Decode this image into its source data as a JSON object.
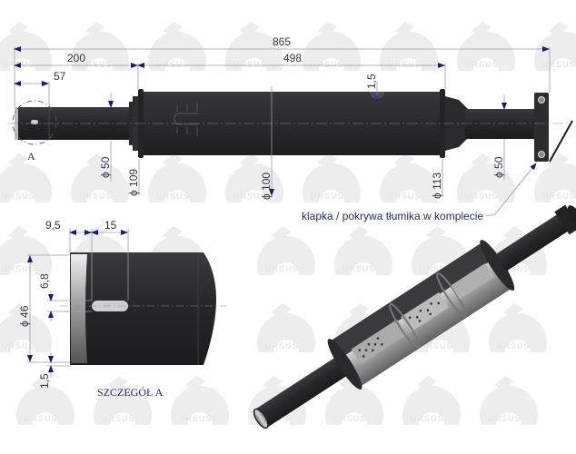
{
  "drawing": {
    "watermark": "URSUS",
    "main_view": {
      "overall_length": "865",
      "dim_200": "200",
      "dim_498": "498",
      "dim_57": "57",
      "dim_1_5": "1,5",
      "dia_50_left": "ϕ 50",
      "dia_109": "ϕ 109",
      "dia_100": "ϕ 100",
      "dia_113": "ϕ 113",
      "dia_50_right": "ϕ 50",
      "detail_marker": "A"
    },
    "note": "klapka / pokrywa tłumika w komplecie",
    "detail_view": {
      "title": "SZCZEGÓŁ A",
      "dim_9_5": "9,5",
      "dim_15": "15",
      "dim_6_8": "6,8",
      "dia_46": "ϕ 46",
      "dim_1_5": "1,5"
    },
    "colors": {
      "body": "#2b2b2e",
      "dimension_line": "#9a9aa8",
      "arrow": "#1a1a70",
      "watermark": "#e8e8e8",
      "text": "#2a2a60"
    }
  }
}
